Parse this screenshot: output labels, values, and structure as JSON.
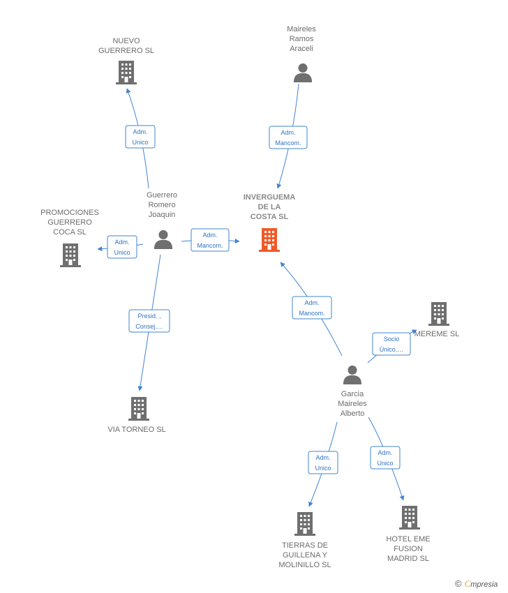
{
  "colors": {
    "company": "#6f6f6f",
    "main_company": "#f05a28",
    "person": "#6f6f6f",
    "edge": "#3f84d2"
  },
  "nodes": [
    {
      "id": "inverguema",
      "type": "company",
      "main": true,
      "label": [
        "INVERGUEMA",
        "DE LA",
        "COSTA SL"
      ],
      "icon": "building-icon"
    },
    {
      "id": "nuevo",
      "type": "company",
      "label": [
        "NUEVO",
        "GUERRERO SL"
      ],
      "icon": "building-icon"
    },
    {
      "id": "maireles",
      "type": "person",
      "label": [
        "Maireles",
        "Ramos",
        "Araceli"
      ],
      "icon": "person-icon"
    },
    {
      "id": "guerrero",
      "type": "person",
      "label": [
        "Guerrero",
        "Romero",
        "Joaquin"
      ],
      "icon": "person-icon"
    },
    {
      "id": "promociones",
      "type": "company",
      "label": [
        "PROMOCIONES",
        "GUERRERO",
        "COCA SL"
      ],
      "icon": "building-icon"
    },
    {
      "id": "via",
      "type": "company",
      "label": [
        "VIA TORNEO SL"
      ],
      "icon": "building-icon"
    },
    {
      "id": "garcia",
      "type": "person",
      "label": [
        "Garcia",
        "Maireles",
        "Alberto"
      ],
      "icon": "person-icon"
    },
    {
      "id": "mereme",
      "type": "company",
      "label": [
        "MEREME SL"
      ],
      "icon": "building-icon"
    },
    {
      "id": "tierras",
      "type": "company",
      "label": [
        "TIERRAS DE",
        "GUILLENA Y",
        "MOLINILLO SL"
      ],
      "icon": "building-icon"
    },
    {
      "id": "hotel",
      "type": "company",
      "label": [
        "HOTEL EME",
        "FUSION",
        "MADRID SL"
      ],
      "icon": "building-icon"
    }
  ],
  "edges": [
    {
      "from": "guerrero",
      "to": "nuevo",
      "label": [
        "Adm.",
        "Unico"
      ]
    },
    {
      "from": "maireles",
      "to": "inverguema",
      "label": [
        "Adm.",
        "Mancom."
      ]
    },
    {
      "from": "guerrero",
      "to": "inverguema",
      "label": [
        "Adm.",
        "Mancom."
      ]
    },
    {
      "from": "guerrero",
      "to": "promociones",
      "label": [
        "Adm.",
        "Unico"
      ]
    },
    {
      "from": "guerrero",
      "to": "via",
      "label": [
        "Presid. ,",
        "Consej.…"
      ]
    },
    {
      "from": "garcia",
      "to": "inverguema",
      "label": [
        "Adm.",
        "Mancom."
      ]
    },
    {
      "from": "garcia",
      "to": "mereme",
      "label": [
        "Socio",
        "Único,…"
      ]
    },
    {
      "from": "garcia",
      "to": "tierras",
      "label": [
        "Adm.",
        "Unico"
      ]
    },
    {
      "from": "garcia",
      "to": "hotel",
      "label": [
        "Adm.",
        "Unico"
      ]
    }
  ],
  "footer": {
    "copyright": "©",
    "brand_initial": "C",
    "brand_rest": "mpresia"
  }
}
